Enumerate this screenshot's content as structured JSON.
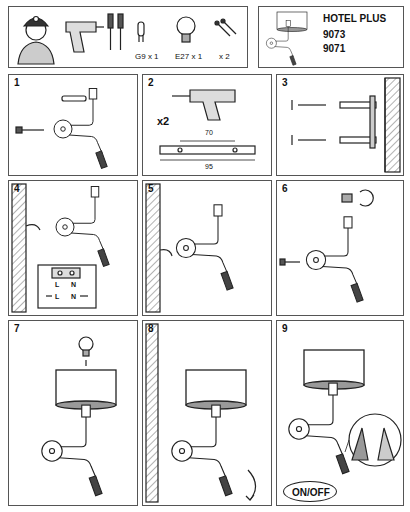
{
  "diagram": {
    "nodes": [
      {
        "text": [
          "G9 x 1",
          "E27 x 1",
          "x 2"
        ]
      },
      {
        "text": [
          "HOTEL PLUS",
          "9073",
          "9071"
        ]
      },
      {
        "text": [
          "1"
        ]
      },
      {
        "text": [
          "2",
          "x2",
          "70",
          "95"
        ]
      },
      {
        "text": [
          "3"
        ]
      },
      {
        "text": [
          "4",
          "L",
          "N",
          "L",
          "N"
        ]
      },
      {
        "text": [
          "5"
        ]
      },
      {
        "text": [
          "6"
        ]
      },
      {
        "text": [
          "7"
        ]
      },
      {
        "text": [
          "8"
        ]
      },
      {
        "text": [
          "9"
        ]
      },
      {
        "text": [
          "ON/OFF"
        ],
        "in": 10
      }
    ]
  }
}
